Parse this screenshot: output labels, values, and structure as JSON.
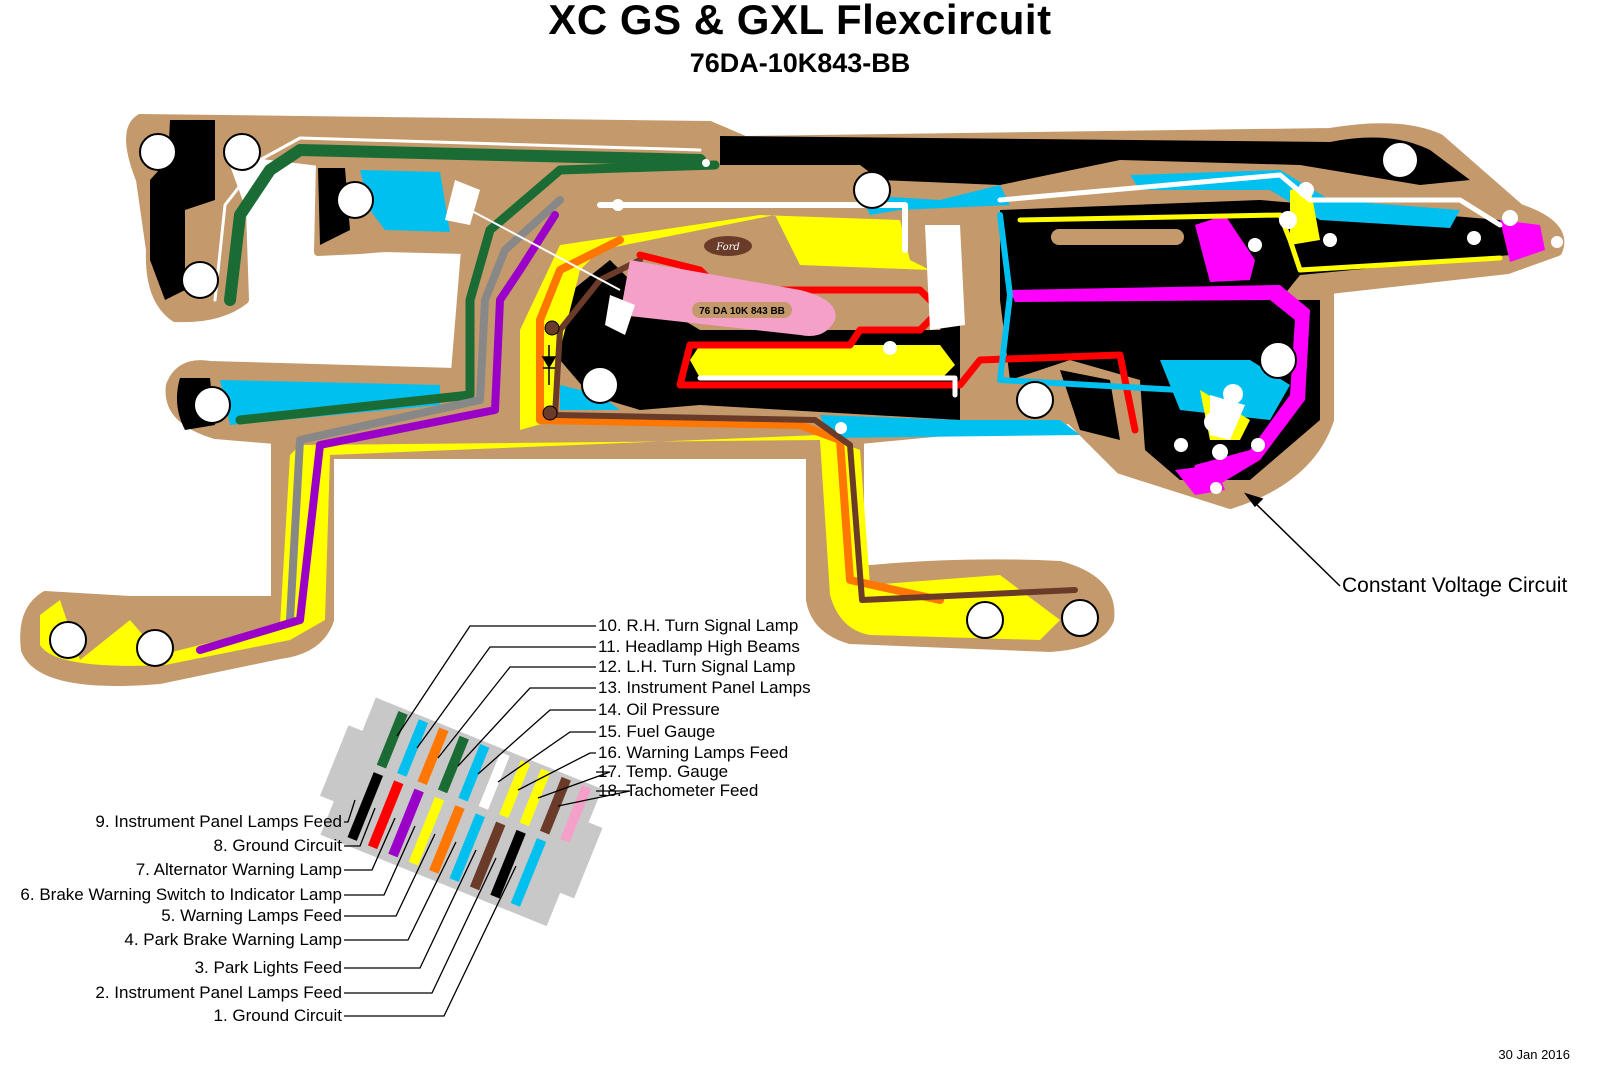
{
  "title": "XC GS & GXL Flexcircuit",
  "part_number": "76DA-10K843-BB",
  "board_marking": "76 DA 10K 843 BB",
  "logo_text": "Ford",
  "callout": "Constant Voltage Circuit",
  "date": "30 Jan 2016",
  "colors": {
    "substrate": "#c49a6c",
    "black": "#000000",
    "green": "#1b6b35",
    "cyan": "#00c0f0",
    "yellow": "#ffff00",
    "magenta": "#ff00ff",
    "red": "#ff0000",
    "orange": "#ff7700",
    "purple": "#9a00c8",
    "pink": "#f4a0c8",
    "brown": "#6b3b2a",
    "gray": "#888888",
    "white": "#ffffff"
  },
  "pins_right": [
    {
      "label": "10. R.H. Turn Signal Lamp"
    },
    {
      "label": "11. Headlamp High Beams"
    },
    {
      "label": "12. L.H. Turn Signal Lamp"
    },
    {
      "label": "13. Instrument Panel Lamps"
    },
    {
      "label": "14. Oil Pressure"
    },
    {
      "label": "15. Fuel Gauge"
    },
    {
      "label": "16. Warning Lamps Feed"
    },
    {
      "label": "17. Temp. Gauge"
    },
    {
      "label": "18. Tachometer Feed"
    }
  ],
  "pins_left": [
    {
      "label": "9. Instrument Panel Lamps Feed"
    },
    {
      "label": "8. Ground Circuit"
    },
    {
      "label": "7. Alternator Warning Lamp"
    },
    {
      "label": "6. Brake Warning Switch to Indicator Lamp"
    },
    {
      "label": "5. Warning Lamps Feed"
    },
    {
      "label": "4. Park Brake Warning Lamp"
    },
    {
      "label": "3. Park Lights Feed"
    },
    {
      "label": "2. Instrument Panel Lamps Feed"
    },
    {
      "label": "1. Ground Circuit"
    }
  ],
  "connector_top_stripes": [
    "green",
    "cyan",
    "orange",
    "green",
    "cyan",
    "white",
    "yellow",
    "yellow",
    "brown",
    "pink"
  ],
  "connector_bottom_stripes": [
    "black",
    "red",
    "purple",
    "yellow",
    "orange",
    "cyan",
    "brown",
    "black",
    "cyan"
  ]
}
